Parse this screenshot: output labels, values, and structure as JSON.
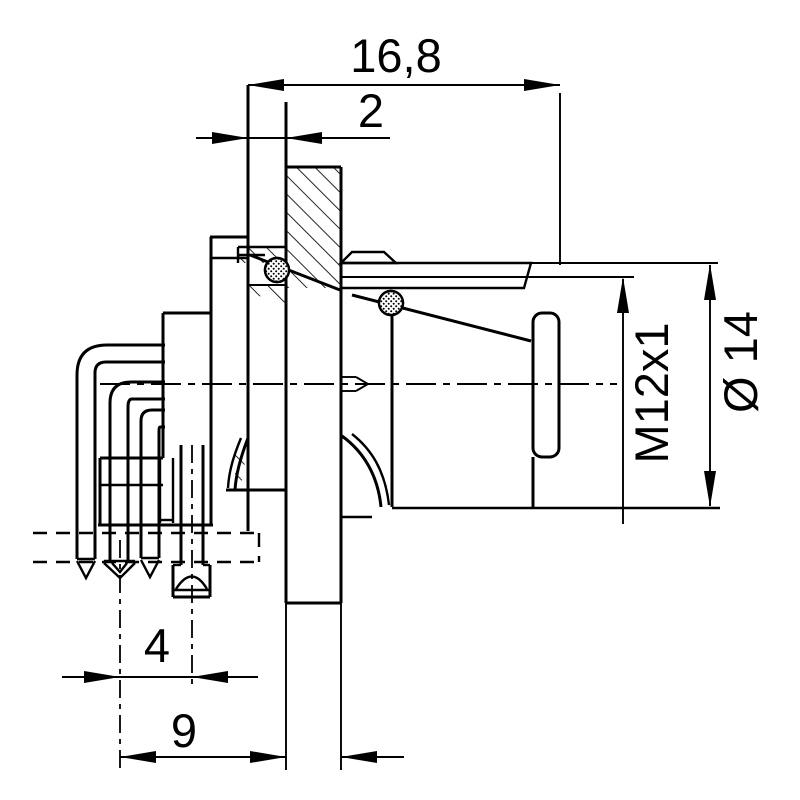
{
  "drawing": {
    "kind": "technical-cross-section",
    "subject": "M12 panel-mount flange connector, side section with right-angle solder pins",
    "background_color": "#ffffff",
    "line_color": "#000000",
    "dimensions": {
      "overall_length": "16,8",
      "panel_thickness": "2",
      "thread_size": "M12x1",
      "body_diameter": "Ø 14",
      "pin_spacing": "4",
      "pin_row_to_panel": "9"
    }
  }
}
